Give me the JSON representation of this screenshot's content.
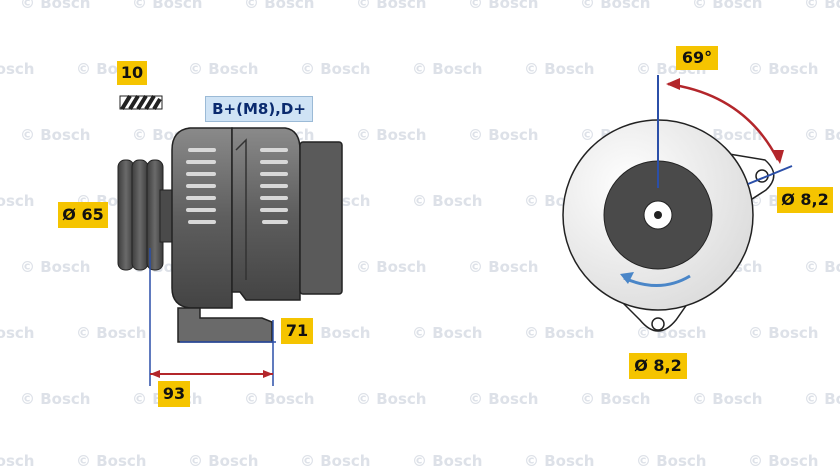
{
  "watermark": {
    "text": "© Bosch"
  },
  "labels": {
    "belt_grooves": "10",
    "connector": "B+(M8),D+",
    "pulley_diameter": "Ø 65",
    "dim_71": "71",
    "dim_93": "93",
    "angle": "69°",
    "hole_right": "Ø 8,2",
    "hole_bottom": "Ø 8,2"
  },
  "colors": {
    "label_bg": "#f5c400",
    "dimension_line": "#2b4fa8",
    "angle_arrow": "#b3262b",
    "body_gray": "#707070",
    "rotation_arrow": "#4a86c8"
  }
}
